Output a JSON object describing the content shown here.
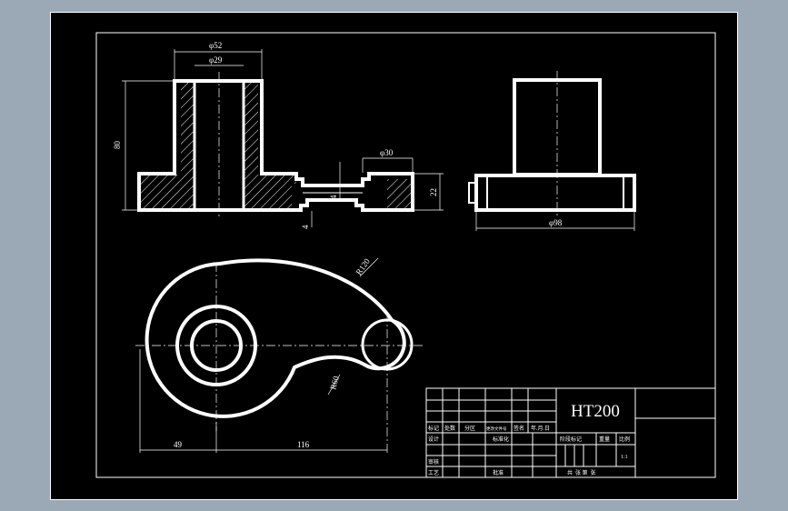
{
  "dimensions": {
    "top_outer_dia": "φ52",
    "top_inner_dia": "φ29",
    "height_left": "80",
    "arm_end_dia": "φ30",
    "arm_end_height": "22",
    "slot_depth": "4",
    "arm_gap": "4",
    "side_base_dia": "φ98",
    "arc_radius_top": "R120",
    "arc_radius_bottom": "R60",
    "horiz_left": "49",
    "horiz_right": "116"
  },
  "title_block": {
    "material": "HT200",
    "row_labels": [
      "标记",
      "处数",
      "分区",
      "更改文件号",
      "签名",
      "年.月.日"
    ],
    "design": "设计",
    "standardize": "标准化",
    "review": "审核",
    "process": "工艺",
    "approve": "批准",
    "stage_mark": "阶段标记",
    "weight": "重量",
    "scale": "比例",
    "scale_value": "1:1",
    "sheet_info": "共  张 第  张"
  },
  "colors": {
    "background": "#9ba9b7",
    "sheet": "#000000",
    "line": "#ffffff"
  }
}
